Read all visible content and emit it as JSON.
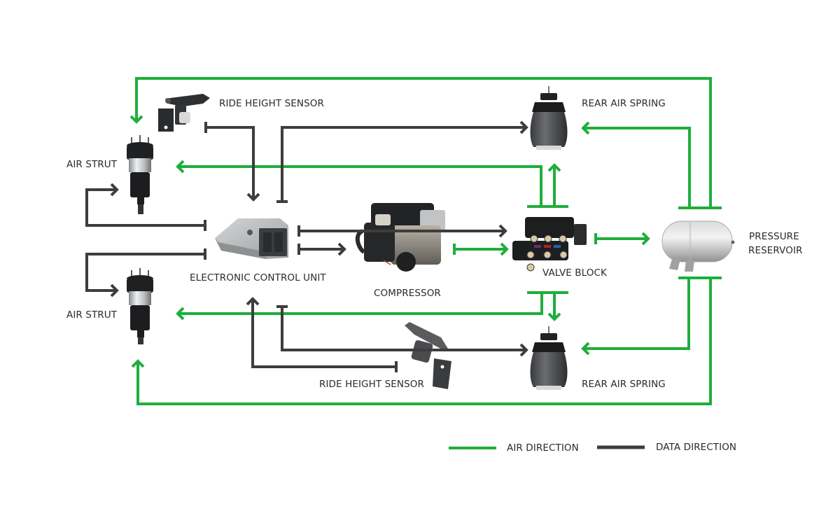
{
  "diagram": {
    "title": "Air suspension system diagram",
    "colors": {
      "air": "#1fae3c",
      "data": "#3d3d3f",
      "text": "#2b2b2b",
      "background": "#ffffff"
    },
    "components": {
      "ride_height_sensor_top": "RIDE HEIGHT SENSOR",
      "air_strut_top": "AIR STRUT",
      "ecu": "ELECTRONIC CONTROL UNIT",
      "compressor": "COMPRESSOR",
      "air_strut_bottom": "AIR STRUT",
      "rear_air_spring_top": "REAR AIR SPRING",
      "valve_block": "VALVE BLOCK",
      "pressure_reservoir_line1": "PRESSURE",
      "pressure_reservoir_line2": "RESERVOIR",
      "ride_height_sensor_bottom": "RIDE HEIGHT SENSOR",
      "rear_air_spring_bottom": "REAR AIR SPRING"
    },
    "connections": [
      {
        "type": "data",
        "from": "ride_height_sensor_top",
        "to": "ecu"
      },
      {
        "type": "data",
        "from": "ecu",
        "to": "rear_air_spring_top"
      },
      {
        "type": "data",
        "from": "ecu",
        "to": "air_strut_top"
      },
      {
        "type": "data",
        "from": "ecu",
        "to": "air_strut_bottom"
      },
      {
        "type": "data",
        "from": "ecu",
        "to": "valve_block"
      },
      {
        "type": "data",
        "from": "ecu",
        "to": "compressor"
      },
      {
        "type": "data",
        "from": "ecu",
        "to": "rear_air_spring_bottom"
      },
      {
        "type": "data",
        "from": "ride_height_sensor_bottom",
        "to": "ecu"
      },
      {
        "type": "air",
        "from": "compressor",
        "to": "valve_block"
      },
      {
        "type": "air",
        "from": "valve_block",
        "to": "pressure_reservoir"
      },
      {
        "type": "air",
        "from": "valve_block",
        "to": "air_strut_top"
      },
      {
        "type": "air",
        "from": "valve_block",
        "to": "rear_air_spring_top"
      },
      {
        "type": "air",
        "from": "valve_block",
        "to": "air_strut_bottom"
      },
      {
        "type": "air",
        "from": "valve_block",
        "to": "rear_air_spring_bottom"
      },
      {
        "type": "air",
        "from": "pressure_reservoir",
        "to": "air_strut_top"
      },
      {
        "type": "air",
        "from": "pressure_reservoir",
        "to": "rear_air_spring_top"
      },
      {
        "type": "air",
        "from": "pressure_reservoir",
        "to": "air_strut_bottom"
      },
      {
        "type": "air",
        "from": "pressure_reservoir",
        "to": "rear_air_spring_bottom"
      }
    ],
    "legend": {
      "air_label": "AIR DIRECTION",
      "data_label": "DATA DIRECTION"
    }
  }
}
